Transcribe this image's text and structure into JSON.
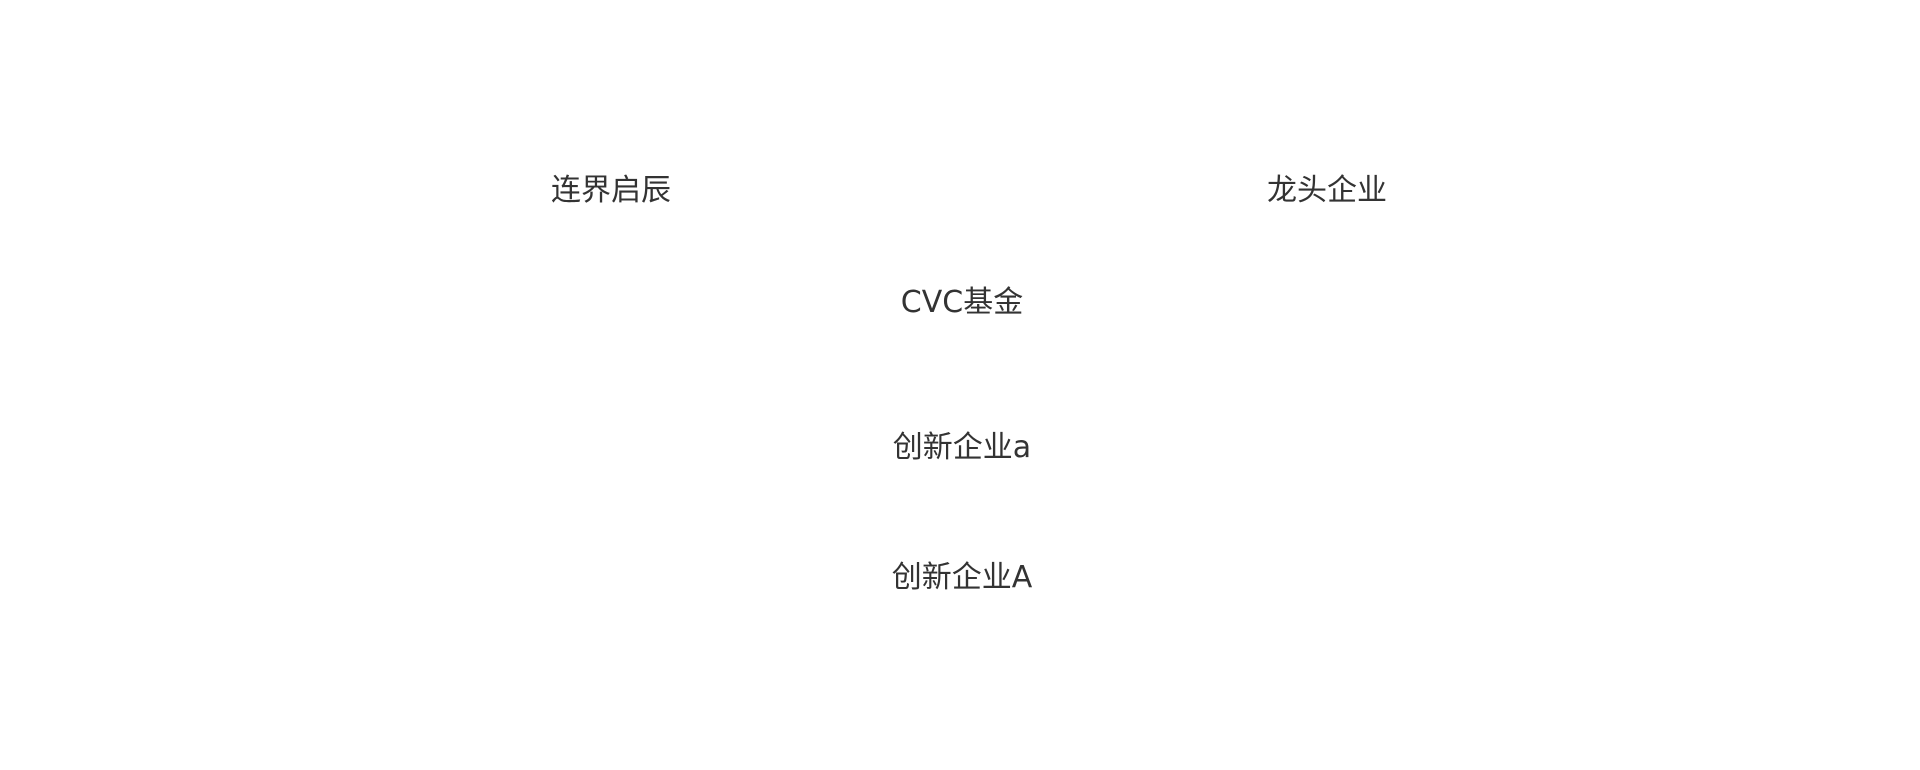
{
  "diagram": {
    "nodes": [
      {
        "id": "lianjie",
        "label": "连界启辰"
      },
      {
        "id": "longtou",
        "label": "龙头企业"
      },
      {
        "id": "cvc",
        "label": "CVC基金"
      },
      {
        "id": "chuangxin_a_lower",
        "label": "创新企业a"
      },
      {
        "id": "chuangxin_a_upper",
        "label": "创新企业A"
      }
    ]
  },
  "colors": {
    "background": "#ffffff",
    "text": "#333333"
  }
}
